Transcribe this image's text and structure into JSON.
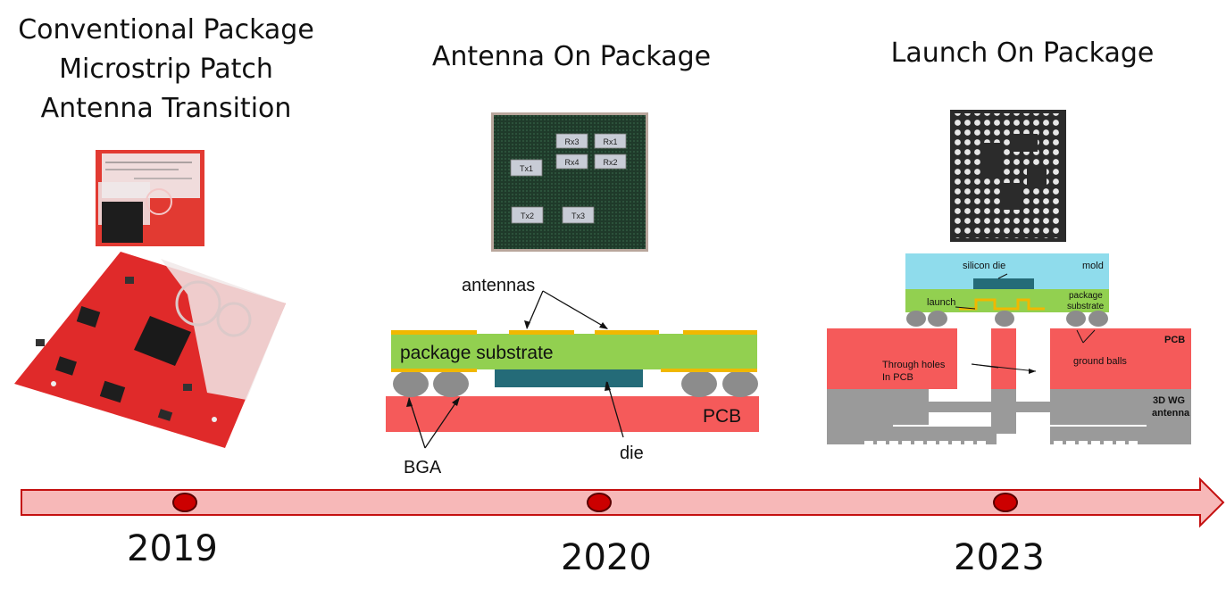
{
  "columns": [
    {
      "title_lines": [
        "Conventional Package",
        "Microstrip Patch",
        "Antenna Transition"
      ],
      "year": "2019"
    },
    {
      "title_lines": [
        "Antenna On Package"
      ],
      "year": "2020"
    },
    {
      "title_lines": [
        "Launch On Package"
      ],
      "year": "2023"
    }
  ],
  "aop": {
    "chip_labels": [
      "Rx3",
      "Rx1",
      "Rx4",
      "Rx2",
      "Tx1",
      "Tx2",
      "Tx3"
    ],
    "antennas": "antennas",
    "package_substrate": "package substrate",
    "pcb": "PCB",
    "bga": "BGA",
    "die": "die"
  },
  "lop": {
    "silicon_die": "silicon die",
    "mold": "mold",
    "launch": "launch",
    "package_substrate": [
      "package",
      "substrate"
    ],
    "pcb": "PCB",
    "through_holes": [
      "Through holes",
      "In PCB"
    ],
    "ground_balls": "ground balls",
    "wg_antenna": [
      "3D WG",
      "antenna"
    ]
  },
  "colors": {
    "substrate": "#92d050",
    "pcb": "#f55a5a",
    "die": "#246b78",
    "gold": "#f0b800",
    "mold": "#8fdcec",
    "ball": "#8c8c8c",
    "waveguide": "#9a9a9a",
    "timeline": "#f7b8b8",
    "marker": "#cc0000"
  }
}
